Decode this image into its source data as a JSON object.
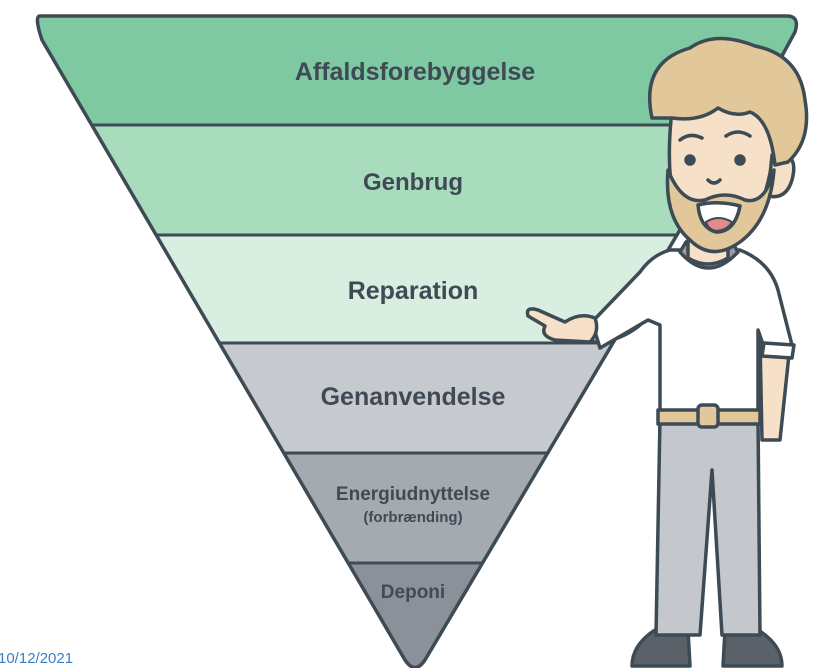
{
  "diagram": {
    "title": "",
    "levels": [
      {
        "label": "Affaldsforebyggelse",
        "fill": "#7ec9a2"
      },
      {
        "label": "Genbrug",
        "fill": "#a9dbbd"
      },
      {
        "label": "Reparation",
        "fill": "#d8eee0"
      },
      {
        "label": "Genanvendelse",
        "fill": "#c6c9ce"
      },
      {
        "label": "Energiudnyttelse",
        "sublabel": "(forbrænding)",
        "fill": "#a5a9b0"
      },
      {
        "label": "Deponi",
        "fill": "#8c9099"
      }
    ],
    "outline_color": "#3d4b55",
    "text_color": "#404a55"
  },
  "footer": {
    "date": "10/12/2021"
  }
}
